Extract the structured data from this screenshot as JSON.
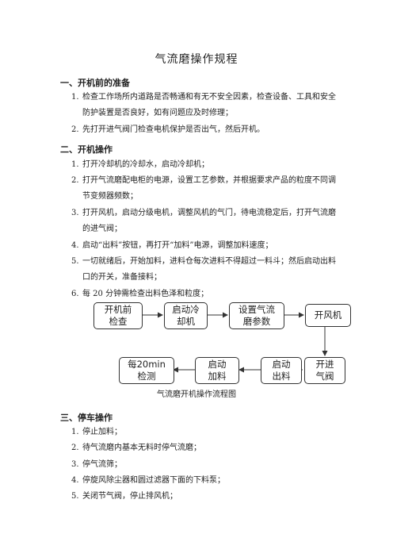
{
  "title": "气流磨操作规程",
  "sections": [
    {
      "heading": "一、开机前的准备",
      "items": [
        {
          "num": "1.",
          "lines": [
            "检查工作场所内道路是否畅通和有无不安全因素，检查设备、工具和安全",
            "防护装置是否良好，如有问题应及时修理；"
          ]
        },
        {
          "num": "2.",
          "lines": [
            "先打开进气阀门检查电机保护是否出气，然后开机。"
          ]
        }
      ]
    },
    {
      "heading": "二、开机操作",
      "items": [
        {
          "num": "1.",
          "lines": [
            "打开冷却机的冷却水，启动冷却机；"
          ]
        },
        {
          "num": "2.",
          "lines": [
            "打开气流磨配电柜的电源，设置工艺参数，并根据要求产品的粒度不同调",
            "节变频器频数；"
          ]
        },
        {
          "num": "3.",
          "lines": [
            "打开风机，启动分级电机，调整风机的气门，待电流稳定后，打开气流磨",
            "的进气阀；"
          ]
        },
        {
          "num": "4.",
          "lines": [
            "启动“出料”按钮，再打开“加料”电源，调整加料速度；"
          ]
        },
        {
          "num": "5.",
          "lines": [
            "一切就绪后，开始加料，进料仓每次进料不得超过一料斗；然后启动出料",
            "口的开关，准备接料；"
          ]
        },
        {
          "num": "6.",
          "lines": [
            "每 20 分钟需检查出料色泽和粒度；"
          ]
        }
      ]
    },
    {
      "heading": "三、停车操作",
      "items": [
        {
          "num": "1.",
          "lines": [
            "停止加料；"
          ]
        },
        {
          "num": "2.",
          "lines": [
            "待气流磨内基本无料时停气流磨；"
          ]
        },
        {
          "num": "3.",
          "lines": [
            "停气流筛；"
          ]
        },
        {
          "num": "4.",
          "lines": [
            "停旋风除尘器和圆过滤器下面的下料泵；"
          ]
        },
        {
          "num": "5.",
          "lines": [
            "关闭节气阀，停止排风机；"
          ]
        }
      ]
    }
  ],
  "flowchart": {
    "boxes": [
      {
        "id": "check",
        "label": "开机前\n检查"
      },
      {
        "id": "cooler",
        "label": "启动冷\n却机"
      },
      {
        "id": "params",
        "label": "设置气流\n磨参数"
      },
      {
        "id": "fan",
        "label": "开风机"
      },
      {
        "id": "valve",
        "label": "开进\n气阀"
      },
      {
        "id": "outlet",
        "label": "启动\n出料"
      },
      {
        "id": "feed",
        "label": "启动\n加料"
      },
      {
        "id": "inspect",
        "label": "每20min\n检测"
      }
    ],
    "caption": "气流磨开机操作流程图"
  }
}
